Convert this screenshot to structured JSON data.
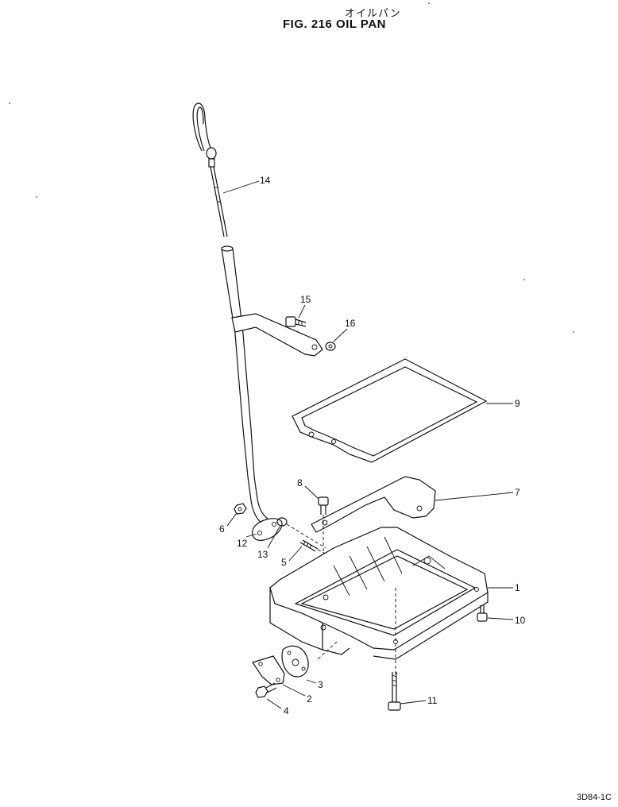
{
  "header": {
    "title_jp": "オイルパン",
    "title": "FIG. 216  OIL PAN"
  },
  "footer": {
    "drawing_code": "3D84-1C"
  },
  "callouts": {
    "c1": "1",
    "c2": "2",
    "c3": "3",
    "c4": "4",
    "c5": "5",
    "c6": "6",
    "c7": "7",
    "c8": "8",
    "c9": "9",
    "c10": "10",
    "c11": "11",
    "c12": "12",
    "c13": "13",
    "c14": "14",
    "c15": "15",
    "c16": "16"
  }
}
